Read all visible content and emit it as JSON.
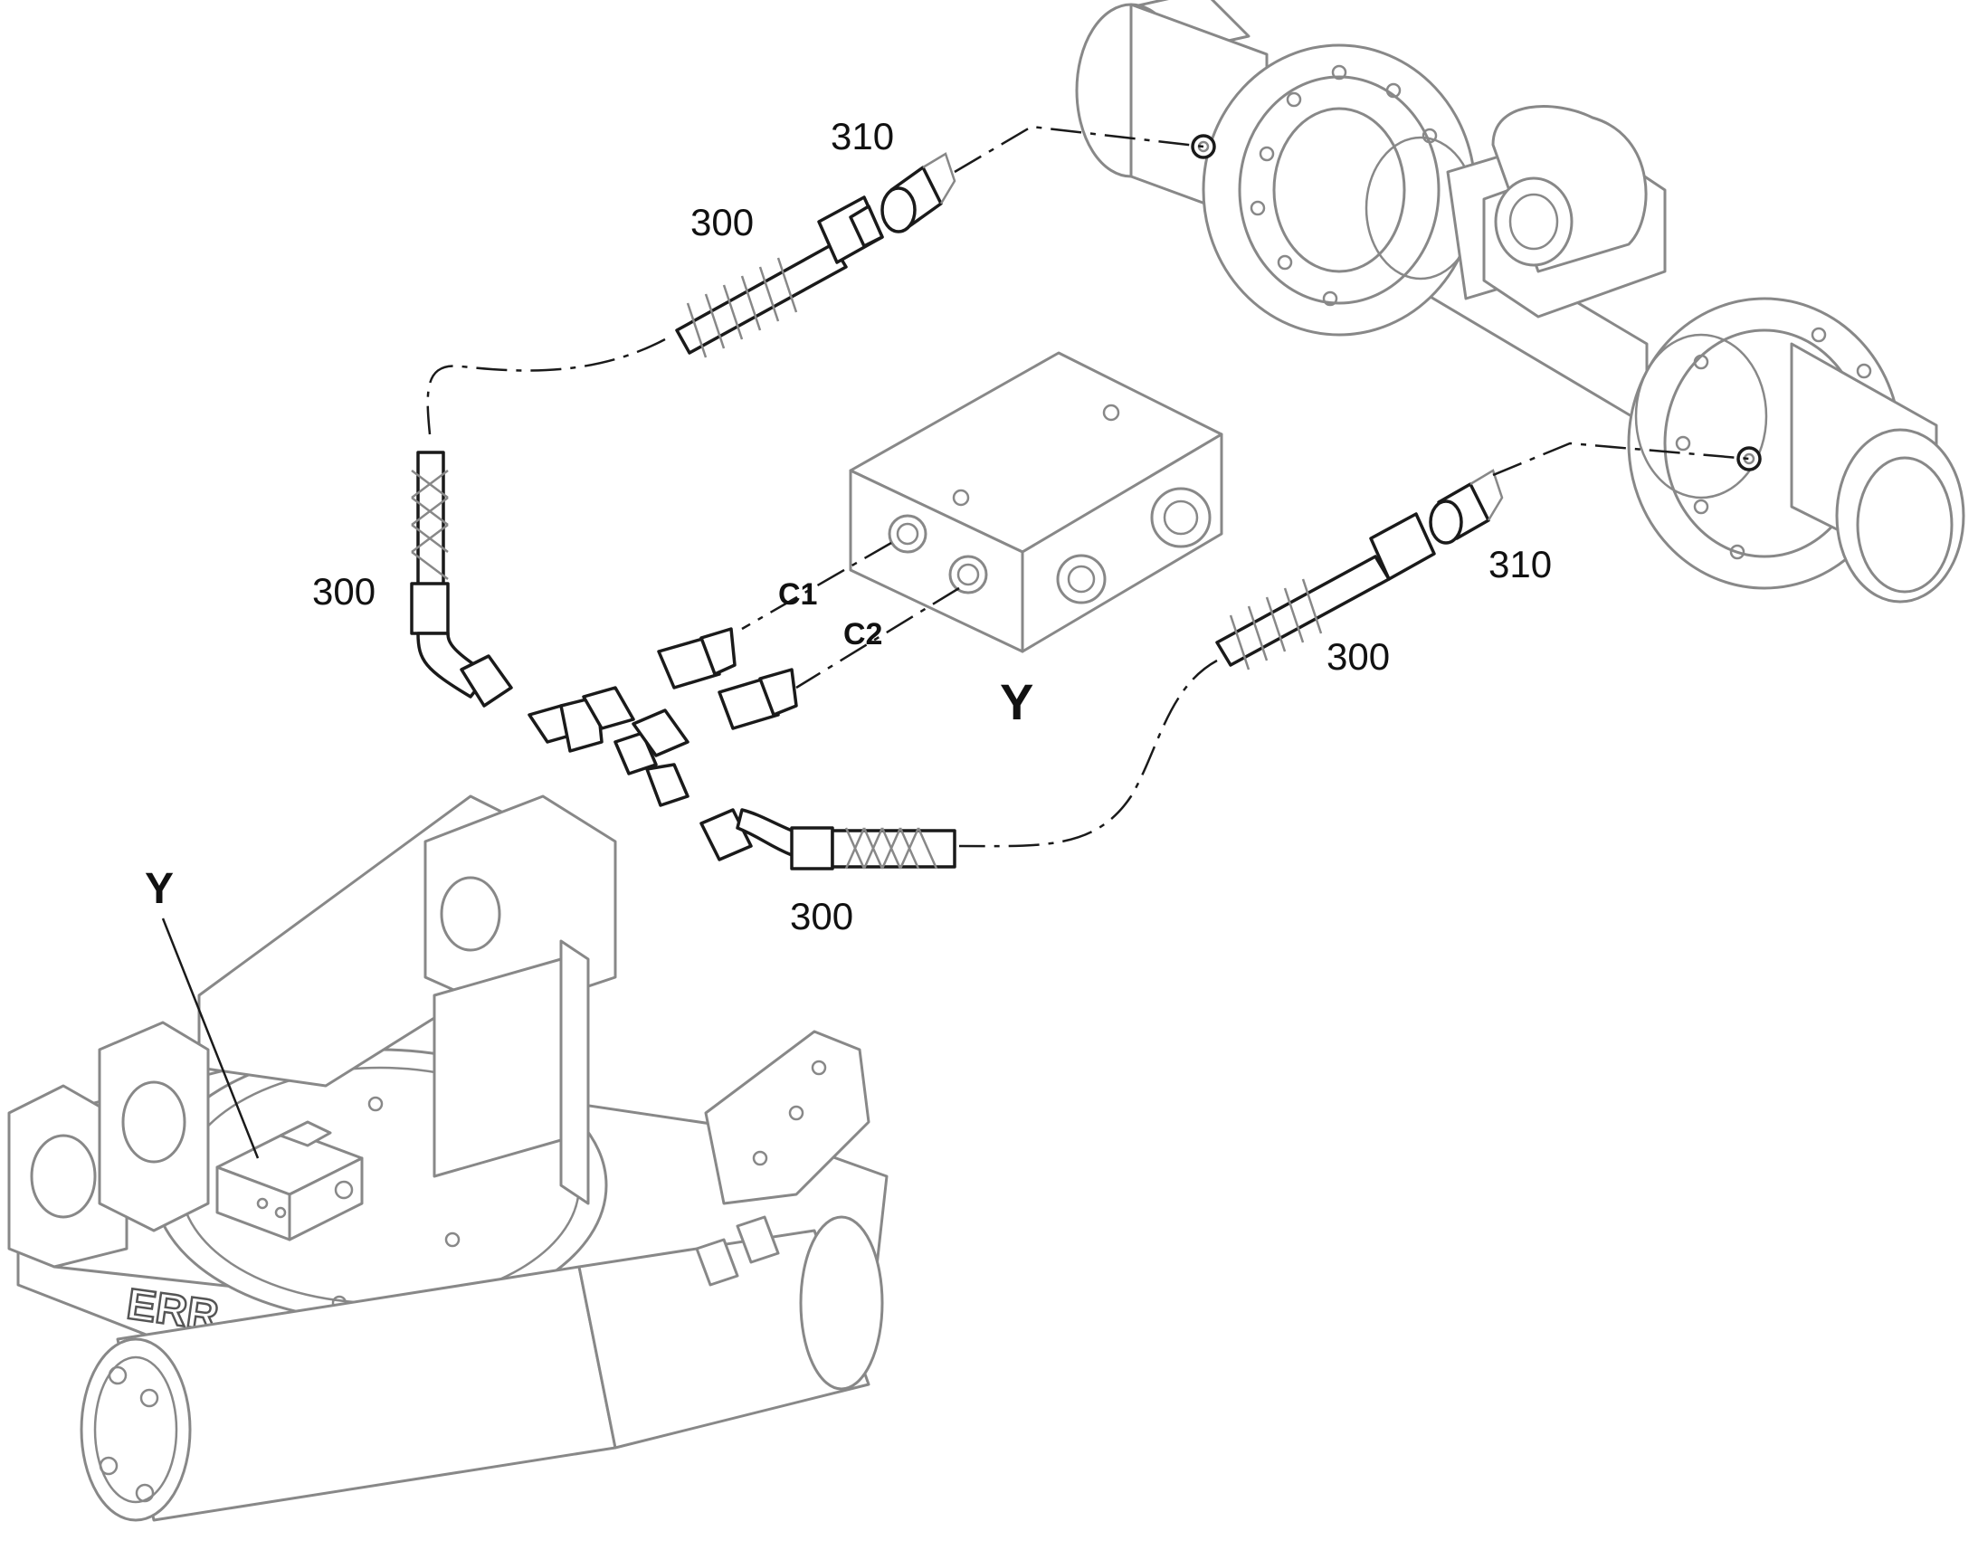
{
  "labels": {
    "fitting_top": "310",
    "hose_top": "300",
    "hose_left": "300",
    "port_c1": "C1",
    "port_c2": "C2",
    "block_callout": "Y",
    "fitting_right": "310",
    "hose_right": "300",
    "hose_bottom": "300",
    "frame_callout": "Y"
  },
  "frame_brand": "ERR",
  "colors": {
    "line": "#1a1a1a",
    "part_outline": "#888888",
    "background": "#ffffff"
  }
}
